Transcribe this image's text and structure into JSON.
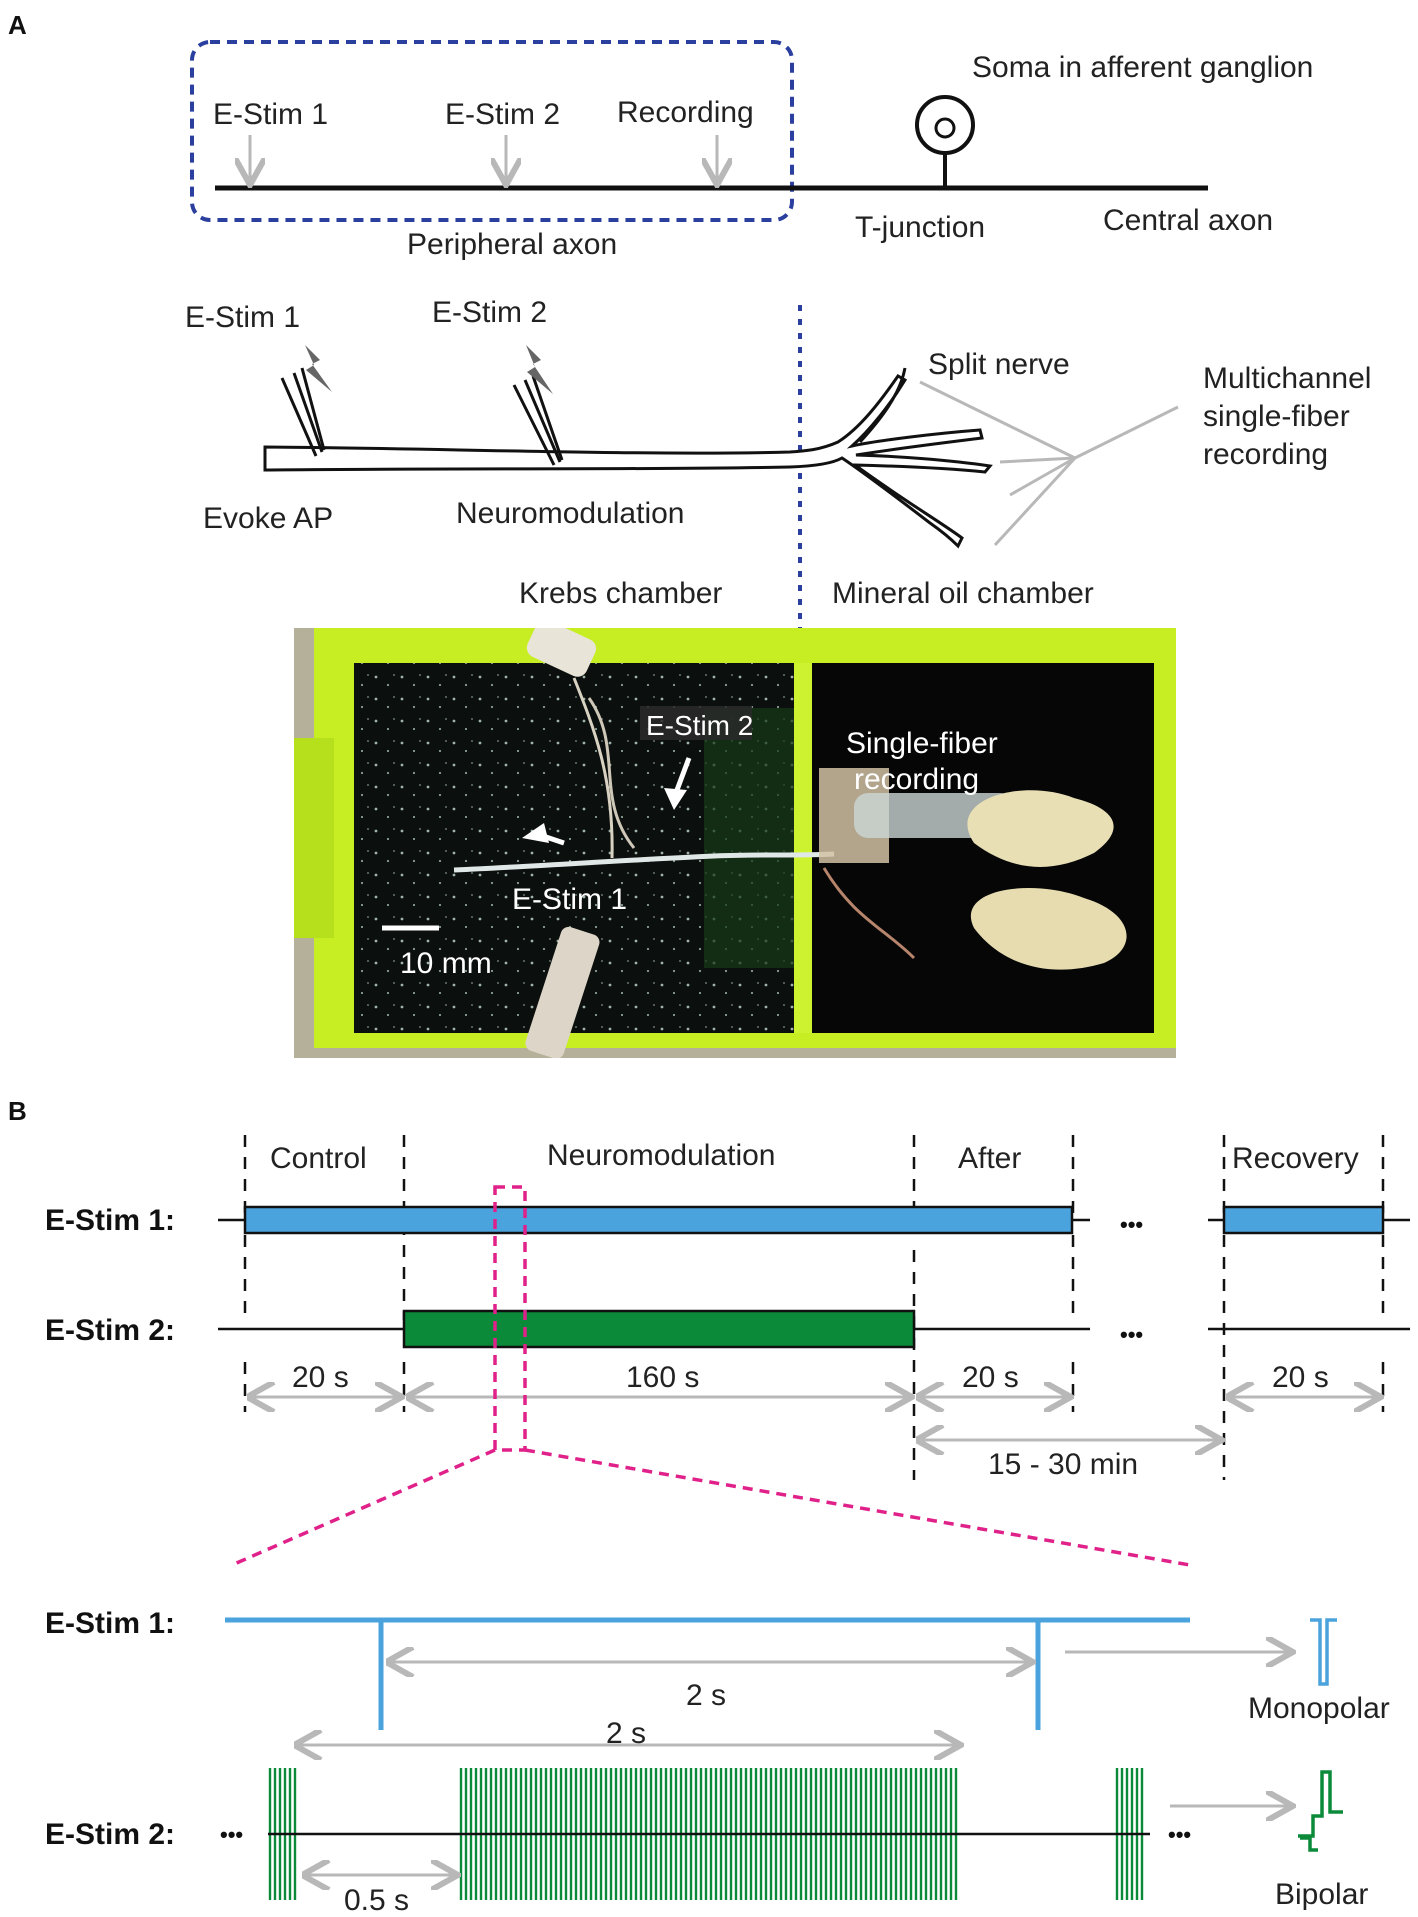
{
  "panel_a": {
    "letter": "A",
    "axon_schematic": {
      "estim1": "E-Stim 1",
      "estim2": "E-Stim 2",
      "recording": "Recording",
      "soma": "Soma in afferent ganglion",
      "peripheral": "Peripheral axon",
      "tjunction": "T-junction",
      "central": "Central axon"
    },
    "nerve_prep": {
      "estim1": "E-Stim 1",
      "estim2": "E-Stim 2",
      "evoke": "Evoke AP",
      "neuromod": "Neuromodulation",
      "split": "Split nerve",
      "multi1": "Multichannel",
      "multi2": "single-fiber",
      "multi3": "recording",
      "krebs": "Krebs chamber",
      "oil": "Mineral oil chamber"
    },
    "photo": {
      "estim2": "E-Stim 2",
      "sf1": "Single-fiber",
      "sf2": "recording",
      "estim1": "E-Stim 1",
      "scale": "10 mm"
    }
  },
  "panel_b": {
    "letter": "B",
    "timeline": {
      "phases": [
        "Control",
        "Neuromodulation",
        "After",
        "Recovery"
      ],
      "row1": "E-Stim 1:",
      "row2": "E-Stim 2:",
      "durations": [
        "20 s",
        "160 s",
        "20 s",
        "20 s"
      ],
      "gap": "15 - 30 min",
      "ellipsis": "•••"
    },
    "detail": {
      "row1": "E-Stim 1:",
      "row2": "E-Stim 2:",
      "period1": "2 s",
      "period2": "2 s",
      "offset": "0.5 s",
      "mono": "Monopolar",
      "bi": "Bipolar",
      "ellipsis": "•••"
    }
  },
  "colors": {
    "estim1": "#4aa3dc",
    "estim2": "#0b8a3a",
    "zoom": "#e0218a",
    "region": "#2b3f9e",
    "gray": "#b8b8b8",
    "lime": "#c9ef1d"
  }
}
